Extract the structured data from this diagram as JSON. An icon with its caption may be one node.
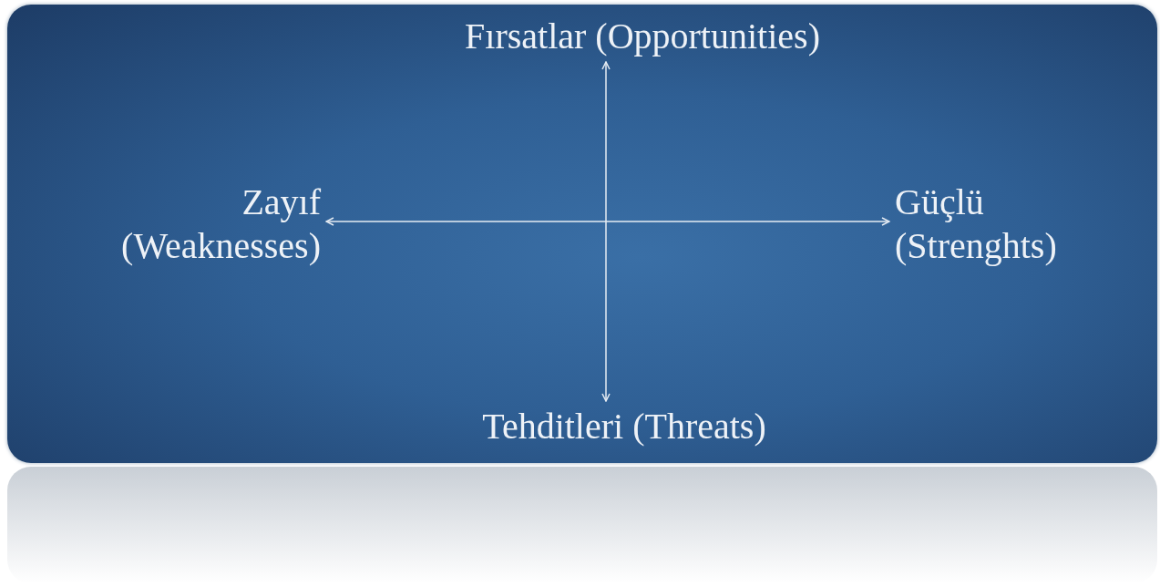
{
  "diagram": {
    "nodes": [
      {
        "text": [
          "Fırsatlar (Opportunities)"
        ]
      },
      {
        "text": [
          "Zayıf (Weaknesses)"
        ]
      },
      {
        "text": [
          "Güçlü (Strenghts)"
        ]
      },
      {
        "text": [
          "Tehditleri (Threats)"
        ]
      }
    ],
    "edges": [
      {
        "from": 1,
        "to": 2,
        "arrow": "both"
      },
      {
        "from": 0,
        "to": 3,
        "arrow": "both"
      }
    ]
  }
}
